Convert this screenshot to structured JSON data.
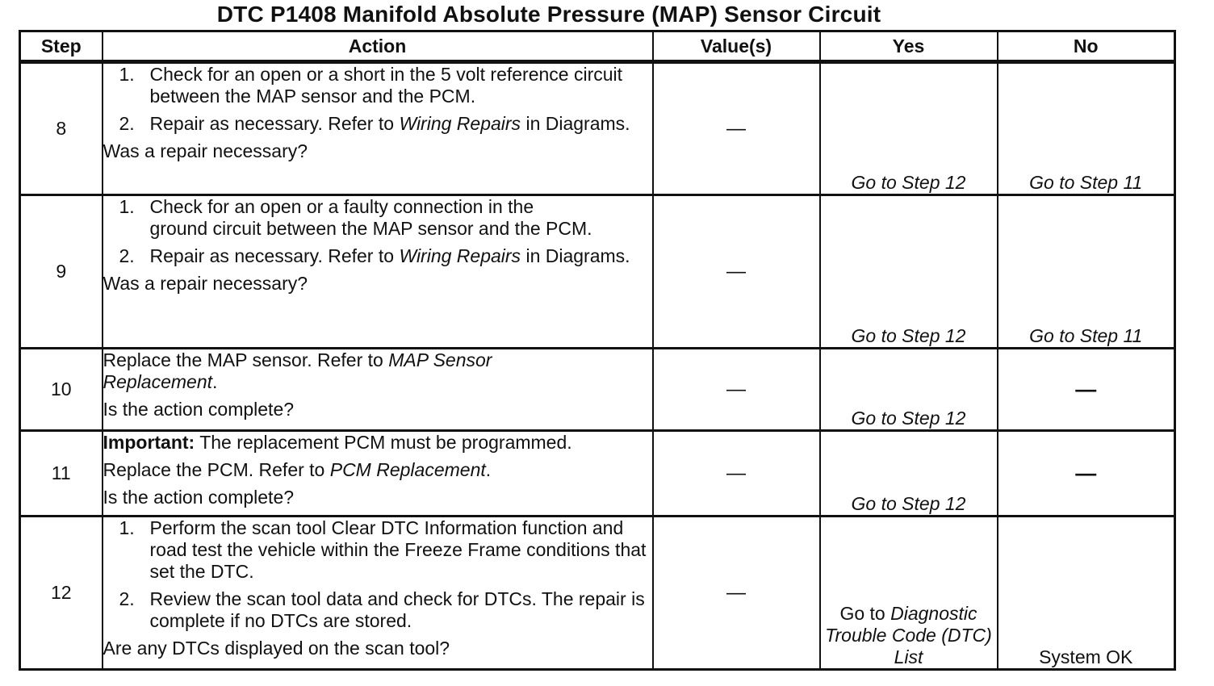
{
  "title": "DTC P1408 Manifold Absolute Pressure (MAP) Sensor Circuit",
  "headers": {
    "step": "Step",
    "action": "Action",
    "values": "Value(s)",
    "yes": "Yes",
    "no": "No"
  },
  "rows": [
    {
      "step": "8",
      "items": [
        {
          "num": "1.",
          "text": "Check for an open or a short in the 5 volt reference circuit between the MAP sensor and the PCM."
        },
        {
          "num": "2.",
          "pre": "Repair as necessary. Refer to ",
          "em": "Wiring Repairs",
          "post": " in Diagrams."
        }
      ],
      "question": "Was a repair necessary?",
      "value": "—",
      "yes": "Go to Step 12",
      "no": "Go to Step 11"
    },
    {
      "step": "9",
      "items": [
        {
          "num": "1.",
          "text": "Check for an open or a faulty connection in the ground circuit between the MAP sensor and the PCM."
        },
        {
          "num": "2.",
          "pre": "Repair as necessary. Refer to ",
          "em": "Wiring Repairs",
          "post": " in Diagrams."
        }
      ],
      "question": "Was a repair necessary?",
      "value": "—",
      "yes": "Go to Step 12",
      "no": "Go to Step 11"
    },
    {
      "step": "10",
      "line1_pre": "Replace the MAP sensor. Refer to ",
      "line1_em": "MAP Sensor Replacement",
      "line1_post": ".",
      "question": "Is the action complete?",
      "value": "—",
      "yes": "Go to Step 12",
      "no": "—"
    },
    {
      "step": "11",
      "important_label": "Important:",
      "important_text": " The replacement PCM must be programmed.",
      "line1_pre": "Replace the PCM. Refer to ",
      "line1_em": "PCM Replacement",
      "line1_post": ".",
      "question": "Is the action complete?",
      "value": "—",
      "yes": "Go to Step 12",
      "no": "—"
    },
    {
      "step": "12",
      "items": [
        {
          "num": "1.",
          "text": "Perform the scan tool Clear DTC Information function and road test the vehicle within the Freeze Frame conditions that set the DTC."
        },
        {
          "num": "2.",
          "text": "Review the scan tool data and check for DTCs. The repair is complete if no DTCs are stored."
        }
      ],
      "question": "Are any DTCs displayed on the scan tool?",
      "value": "—",
      "yes_pre": "Go to ",
      "yes_em": "Diagnostic Trouble Code (DTC) List",
      "no": "System OK"
    }
  ]
}
